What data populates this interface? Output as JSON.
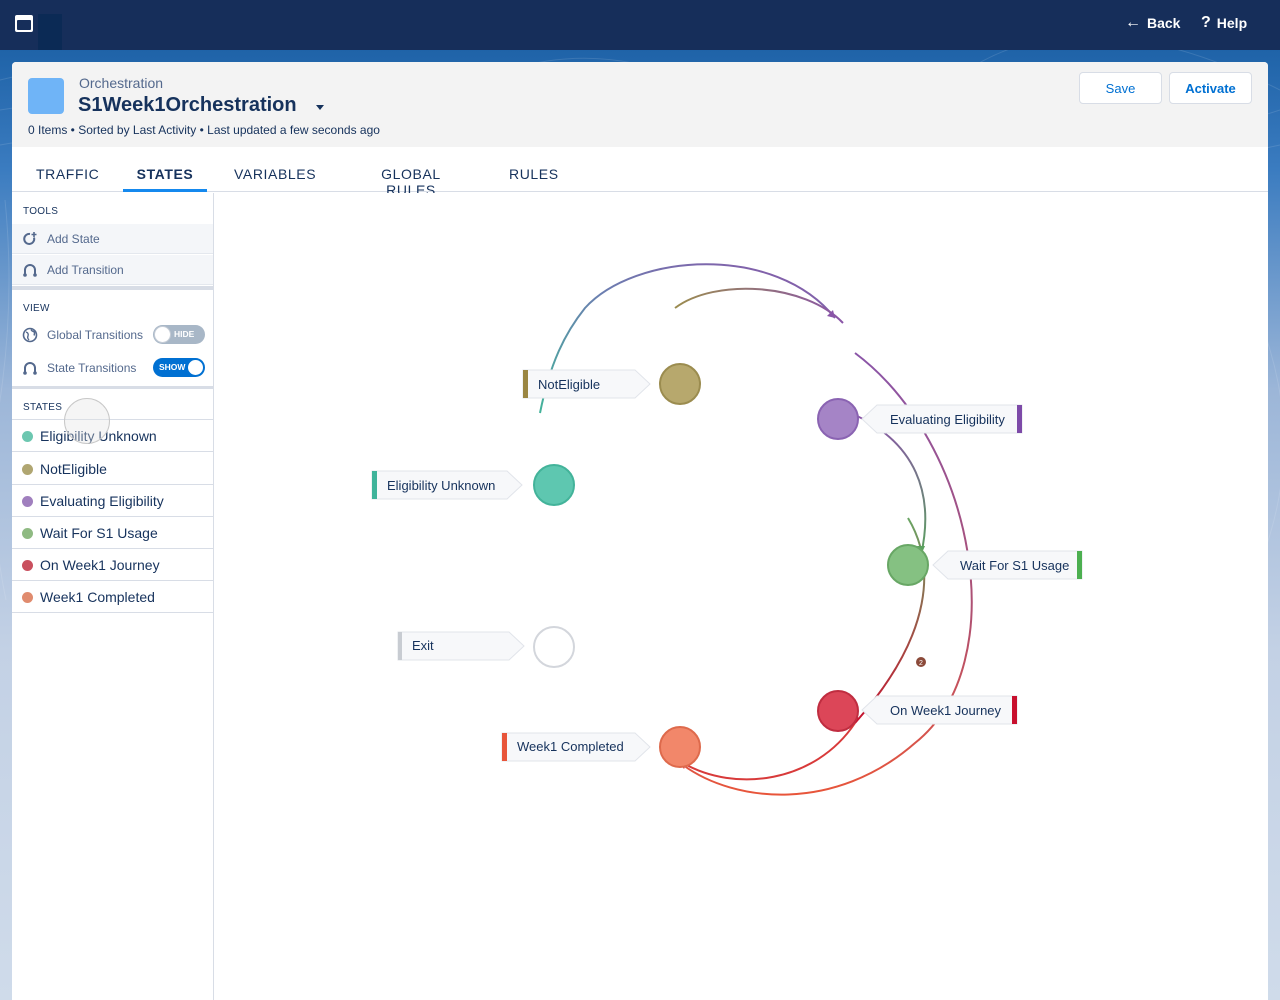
{
  "topbar": {
    "back_label": "Back",
    "back_icon": "arrow-left-icon",
    "help_label": "Help",
    "help_icon": "question-icon",
    "app_icon": "app-window-icon"
  },
  "header": {
    "object_type": "Orchestration",
    "title": "S1Week1Orchestration",
    "meta": "0 Items • Sorted by Last Activity • Last updated a few seconds ago",
    "save_label": "Save",
    "activate_label": "Activate"
  },
  "tabs": [
    {
      "label": "TRAFFIC"
    },
    {
      "label": "STATES",
      "active": true
    },
    {
      "label": "VARIABLES"
    },
    {
      "label": "GLOBAL RULES"
    },
    {
      "label": "RULES"
    }
  ],
  "sidebar": {
    "tools_title": "TOOLS",
    "tools": [
      {
        "label": "Add State",
        "icon": "add-state-icon"
      },
      {
        "label": "Add Transition",
        "icon": "transition-icon"
      }
    ],
    "view_title": "VIEW",
    "view": [
      {
        "label": "Global Transitions",
        "icon": "globe-icon",
        "toggle": "HIDE",
        "on": false
      },
      {
        "label": "State Transitions",
        "icon": "transition-icon",
        "toggle": "SHOW",
        "on": true
      }
    ],
    "states_title": "STATES",
    "states": [
      {
        "label": "Eligibility Unknown",
        "color": "#6cc7b0"
      },
      {
        "label": "NotEligible",
        "color": "#b0a671"
      },
      {
        "label": "Evaluating Eligibility",
        "color": "#a07fbe"
      },
      {
        "label": "Wait For S1 Usage",
        "color": "#8fba82"
      },
      {
        "label": "On Week1 Journey",
        "color": "#c9505e"
      },
      {
        "label": "Week1 Completed",
        "color": "#e08b6e"
      }
    ]
  },
  "diagram": {
    "nodes": [
      {
        "id": "eligibility-unknown",
        "label": "Eligibility Unknown",
        "fill": "#5ec7b0",
        "stroke": "#43b39a",
        "bar": "#3fb39a"
      },
      {
        "id": "not-eligible",
        "label": "NotEligible",
        "fill": "#b7a86d",
        "stroke": "#9b8c4f",
        "bar": "#9a8642"
      },
      {
        "id": "evaluating-eligibility",
        "label": "Evaluating Eligibility",
        "fill": "#a584c6",
        "stroke": "#8a63b2",
        "bar": "#7d4aa8"
      },
      {
        "id": "wait-for-s1-usage",
        "label": "Wait For S1 Usage",
        "fill": "#85c182",
        "stroke": "#68a765",
        "bar": "#4caf50"
      },
      {
        "id": "exit",
        "label": "Exit",
        "fill": "#ffffff",
        "stroke": "#d3d6dc",
        "bar": "#c8ccd2"
      },
      {
        "id": "on-week1-journey",
        "label": "On Week1 Journey",
        "fill": "#dc4658",
        "stroke": "#c02d40",
        "bar": "#c8102e"
      },
      {
        "id": "week1-completed",
        "label": "Week1 Completed",
        "fill": "#f2876a",
        "stroke": "#de6a4c",
        "bar": "#e8553a"
      }
    ],
    "transition_badge": "2"
  }
}
